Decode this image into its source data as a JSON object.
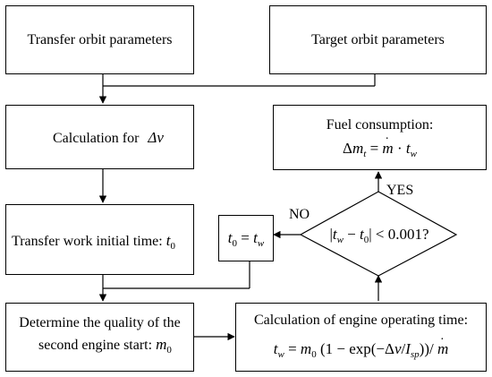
{
  "boxes": {
    "transfer_orbit": "Transfer orbit parameters",
    "target_orbit": "Target orbit parameters",
    "calc_dv_text": "Calculation for",
    "calc_dv_symbol": "Δv",
    "initial_time_text": "Transfer work initial time:",
    "initial_time_symbol": "t",
    "initial_time_sub": "0",
    "quality_line1": "Determine the quality of the",
    "quality_line2": "second engine start:",
    "quality_symbol": "m",
    "quality_sub": "0",
    "fuel_title": "Fuel consumption:",
    "fuel_formula": "Δm_t = ṁ · t_w",
    "engine_title": "Calculation of engine operating time:",
    "engine_formula": "t_w = m_0 (1 − exp(−Δv / I_sp)) / ṁ",
    "reset_formula": "t_0 = t_w",
    "condition": "|t_w − t_0| < 0.001?"
  },
  "edge_labels": {
    "yes": "YES",
    "no": "NO"
  }
}
